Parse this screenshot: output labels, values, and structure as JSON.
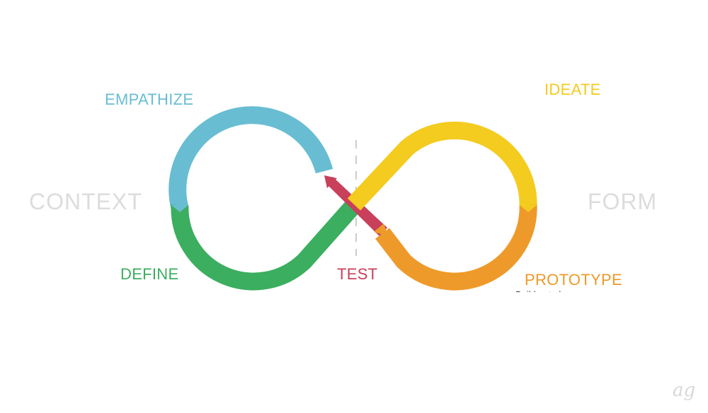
{
  "labels": {
    "empathize": "EMPATHIZE",
    "define": "DEFINE",
    "ideate": "IDEATE",
    "prototype": "PROTOTYPE",
    "test": "TEST",
    "context": "CONTEXT",
    "form": "FORM",
    "prototype_subtext": "Build ... to learn"
  },
  "colors": {
    "empathize": "#69BDD2",
    "define": "#3BAE5F",
    "ideate": "#F4CB1F",
    "prototype": "#EE9A2A",
    "test": "#C8405A",
    "context_text": "#DCDCDC",
    "form_text": "#DCDCDC",
    "divider": "#CCCCCC",
    "signature": "#D8D8D8",
    "subtext": "#333333"
  }
}
